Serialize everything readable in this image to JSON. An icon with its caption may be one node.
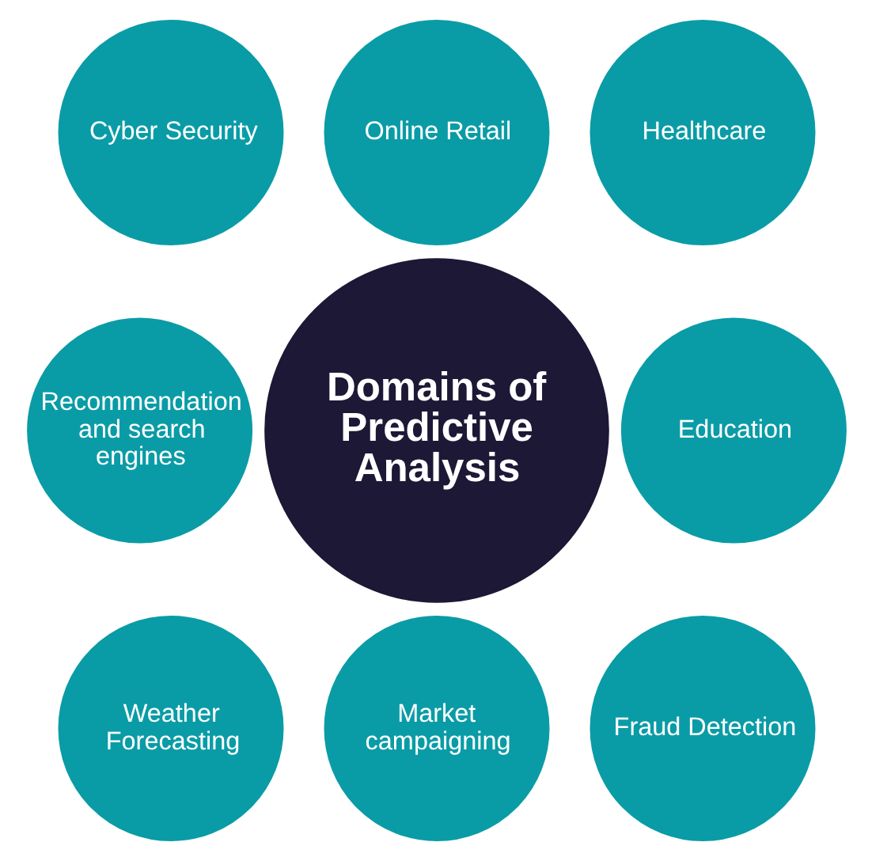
{
  "diagram": {
    "nodes": [
      {
        "text": [
          "Domains of Predictive Analysis"
        ]
      },
      {
        "text": [
          "Online Retail"
        ]
      },
      {
        "text": [
          "Healthcare"
        ]
      },
      {
        "text": [
          "Education"
        ]
      },
      {
        "text": [
          "Fraud Detection"
        ]
      },
      {
        "text": [
          "Market campaigning"
        ]
      },
      {
        "text": [
          "Weather Forecasting"
        ]
      },
      {
        "text": [
          "Recommendation and search engines"
        ]
      },
      {
        "text": [
          "Cyber Security"
        ]
      }
    ]
  }
}
